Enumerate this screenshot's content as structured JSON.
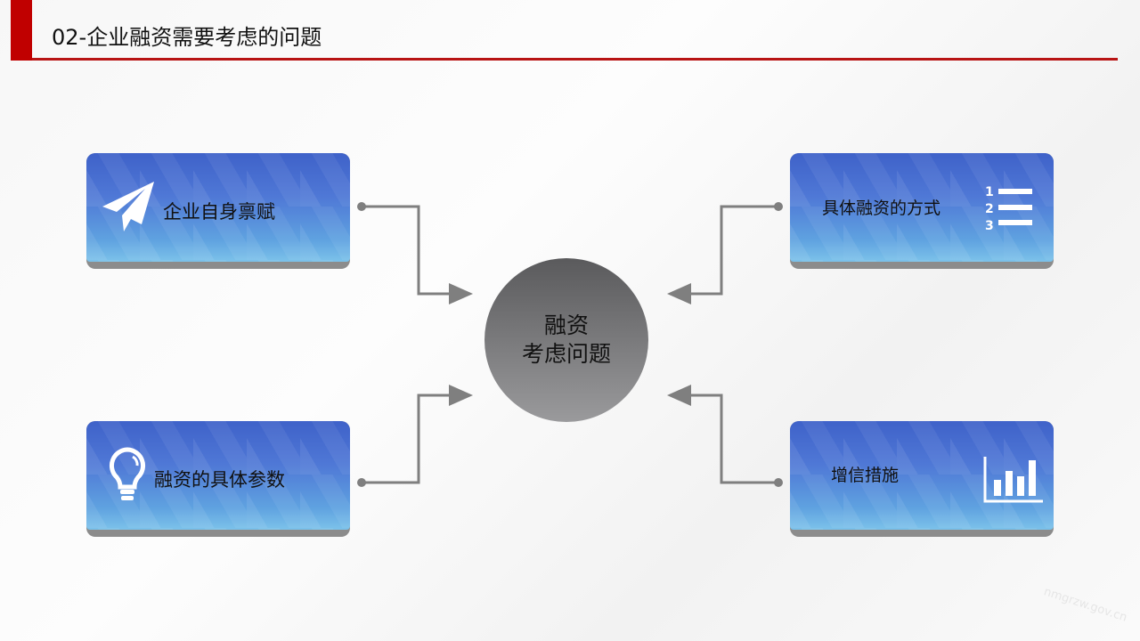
{
  "header": {
    "title": "02-企业融资需要考虑的问题"
  },
  "center": {
    "line1": "融资",
    "line2": "考虑问题"
  },
  "cards": [
    {
      "label": "企业自身禀赋",
      "icon": "paper-plane-icon"
    },
    {
      "label": "融资的具体参数",
      "icon": "lightbulb-icon"
    },
    {
      "label": "具体融资的方式",
      "icon": "numbered-list-icon"
    },
    {
      "label": "增信措施",
      "icon": "bar-chart-icon"
    }
  ],
  "colors": {
    "accent": "#c00000",
    "card": "#4f78d6",
    "circle": "#7a7a7c"
  },
  "watermark": "nmgrzw.gov.cn"
}
